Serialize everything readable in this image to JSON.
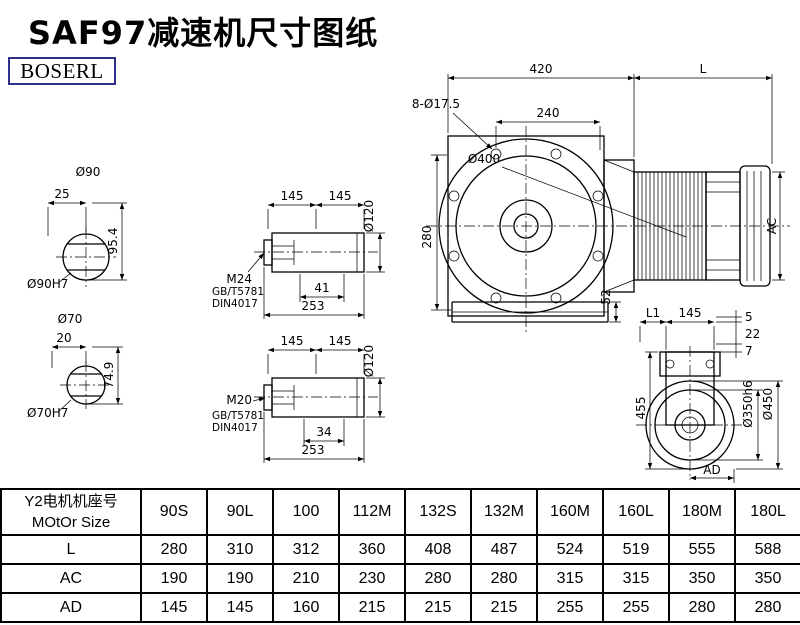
{
  "colors": {
    "ink": "#000000",
    "paper": "#ffffff",
    "brand-border": "#2e2e8b"
  },
  "page": {
    "title": "SAF97减速机尺寸图纸",
    "brand": "BOSERL"
  },
  "drawing": {
    "bore_top": {
      "dia": "Ø90",
      "width": "25",
      "height": "95.4",
      "fit": "Ø90H7"
    },
    "bore_bottom": {
      "dia": "Ø70",
      "width": "20",
      "height": "74.9",
      "fit": "Ø70H7"
    },
    "shaft_top": {
      "seg1": "145",
      "seg2": "145",
      "dia": "Ø120",
      "thread": "M24",
      "std1": "GB/T5781",
      "std2": "DIN4017",
      "len1": "41",
      "len2": "253"
    },
    "shaft_bottom": {
      "seg1": "145",
      "seg2": "145",
      "dia": "Ø120",
      "thread": "M20",
      "std1": "GB/T5781",
      "std2": "DIN4017",
      "len1": "34",
      "len2": "253"
    },
    "front": {
      "w": "420",
      "l": "L",
      "holes": "8-Ø17.5",
      "pitch": "240",
      "flange": "Ø400",
      "h": "280",
      "foot": "52",
      "ac": "AC"
    },
    "side": {
      "l1": "L1",
      "d145": "145",
      "d5": "5",
      "d22": "22",
      "d7": "7",
      "h": "455",
      "spigot": "Ø350h6",
      "flange": "Ø450",
      "ad": "AD"
    }
  },
  "table": {
    "header": {
      "line1": "Y2电机机座号",
      "line2": "MOtOr Size"
    },
    "sizes": [
      "90S",
      "90L",
      "100",
      "112M",
      "132S",
      "132M",
      "160M",
      "160L",
      "180M",
      "180L"
    ],
    "rows": [
      {
        "label": "L",
        "values": [
          "280",
          "310",
          "312",
          "360",
          "408",
          "487",
          "524",
          "519",
          "555",
          "588"
        ]
      },
      {
        "label": "AC",
        "values": [
          "190",
          "190",
          "210",
          "230",
          "280",
          "280",
          "315",
          "315",
          "350",
          "350"
        ]
      },
      {
        "label": "AD",
        "values": [
          "145",
          "145",
          "160",
          "215",
          "215",
          "215",
          "255",
          "255",
          "280",
          "280"
        ]
      }
    ]
  }
}
